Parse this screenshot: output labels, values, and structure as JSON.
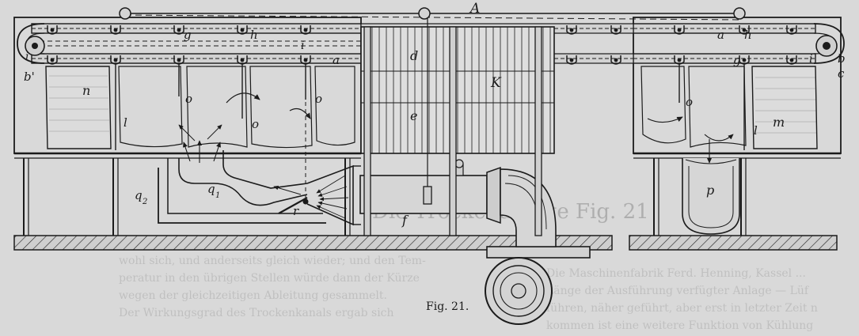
{
  "caption": "Fig. 21.",
  "bleed_through": {
    "heading": "Die Trockenanlage Fig. 21",
    "lines": [
      "wohl sich, und anderseits gleich wieder; und den Tem-",
      "peratur in den übrigen Stellen würde dann der Kürze",
      "wegen der gleichzeitigen Ableitung gesammelt.",
      "Der Wirkungsgrad des Trockenkanals ergab sich",
      "Die Maschinenfabrik Ferd. Henning, Kassel ...",
      "Länge der Ausführung verfügter Anlage — Lüf",
      "führen, näher geführt, aber erst in letzter Zeit n",
      "kommen ist eine weitere Funktion von Kühlung"
    ]
  },
  "labels": [
    {
      "id": "A",
      "text": "A"
    },
    {
      "id": "a-left",
      "text": "a"
    },
    {
      "id": "a-right",
      "text": "a"
    },
    {
      "id": "b-left",
      "text": "b'"
    },
    {
      "id": "b-right",
      "text": "b"
    },
    {
      "id": "c",
      "text": "c"
    },
    {
      "id": "d",
      "text": "d"
    },
    {
      "id": "e",
      "text": "e"
    },
    {
      "id": "f",
      "text": "f"
    },
    {
      "id": "g-left",
      "text": "g"
    },
    {
      "id": "g-right",
      "text": "g"
    },
    {
      "id": "h-left",
      "text": "h"
    },
    {
      "id": "h-right",
      "text": "h"
    },
    {
      "id": "i-left",
      "text": "i"
    },
    {
      "id": "i-mid",
      "text": "i"
    },
    {
      "id": "i-right",
      "text": "i"
    },
    {
      "id": "K",
      "text": "K"
    },
    {
      "id": "l-left",
      "text": "l"
    },
    {
      "id": "l-right",
      "text": "l"
    },
    {
      "id": "m",
      "text": "m"
    },
    {
      "id": "n",
      "text": "n"
    },
    {
      "id": "o-1",
      "text": "o"
    },
    {
      "id": "o-2",
      "text": "o"
    },
    {
      "id": "o-3",
      "text": "o"
    },
    {
      "id": "o-4",
      "text": "o"
    },
    {
      "id": "p",
      "text": "p"
    },
    {
      "id": "q1",
      "text": "q"
    },
    {
      "id": "q1-sub",
      "text": "1"
    },
    {
      "id": "q2",
      "text": "q"
    },
    {
      "id": "q2-sub",
      "text": "2"
    },
    {
      "id": "r",
      "text": "r"
    }
  ]
}
